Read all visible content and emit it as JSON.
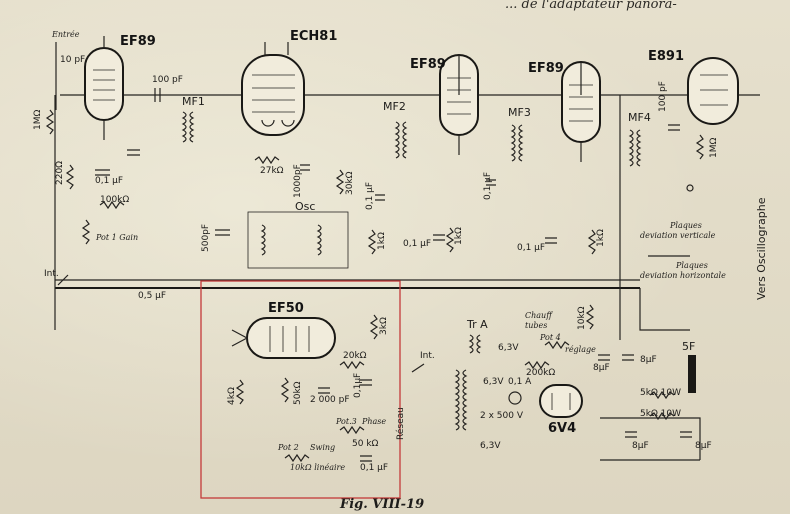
{
  "header_text": "... de l'adaptateur panora-",
  "caption": "Fig. VIII-19",
  "tubes": {
    "ef89_1": "EF89",
    "ech81": "ECH81",
    "ef89_2": "EF89",
    "ef89_3": "EF89",
    "e891": "E891",
    "ef50": "EF50",
    "rect": "6V4"
  },
  "labels": {
    "entree": "Entrée",
    "c10pf": "10 pF",
    "c100pf": "100 pF",
    "mf1": "MF1",
    "mf2": "MF2",
    "mf3": "MF3",
    "mf4": "MF4",
    "c100pf_r": "100 pF",
    "r1m": "1MΩ",
    "r1m_r": "1MΩ",
    "r220": "220Ω",
    "c01a": "0,1 μF",
    "r100k": "100kΩ",
    "r27k": "27kΩ",
    "c1000pf": "1000pF",
    "r30k": "30kΩ",
    "c01b": "0,1 μF",
    "c500pf": "500pF",
    "osc": "Osc",
    "c05": "0,5 μF",
    "pot1": "Pot 1 Gain",
    "inter1": "Int.",
    "c01c": "0,1 μF",
    "c01d": "0,1 μF",
    "r1ka": "1kΩ",
    "r1kb": "1kΩ",
    "r1kc": "1kΩ",
    "c01e": "0,1 μF",
    "plaques_v": "Plaques",
    "deviation_v": "deviation verticale",
    "plaques_h": "Plaques",
    "deviation_h": "deviation horizontale",
    "vers_osc": "Vers Oscillographe",
    "r3k": "3kΩ",
    "r20k": "20kΩ",
    "r4k": "4kΩ",
    "c01f": "0,1μF",
    "r50k": "50kΩ",
    "c2000pf": "2 000 pF",
    "pot3": "Pot.3",
    "phase": "Phase",
    "r50ka": "50 kΩ",
    "pot2": "Pot 2",
    "swing": "Swing",
    "lineaire": "10kΩ linéaire",
    "c01g": "0,1 μF",
    "tra": "Tr A",
    "chauff": "Chauff",
    "tubes": "tubes",
    "v63a": "6,3V",
    "pot4": "Pot 4",
    "reglage": "réglage",
    "r200k": "200kΩ",
    "r10k": "10kΩ",
    "c8a": "8μF",
    "c8b": "8μF",
    "c8c": "8μF",
    "c8d": "8μF",
    "int": "Int.",
    "v63b": "6,3V",
    "a01": "0,1 A",
    "v500": "2 x 500 V",
    "v63c": "6,3V",
    "reseau": "Réseau",
    "r5k10w_a": "5kΩ 10W",
    "r5k10w_b": "5kΩ 10W",
    "sf": "5F"
  }
}
